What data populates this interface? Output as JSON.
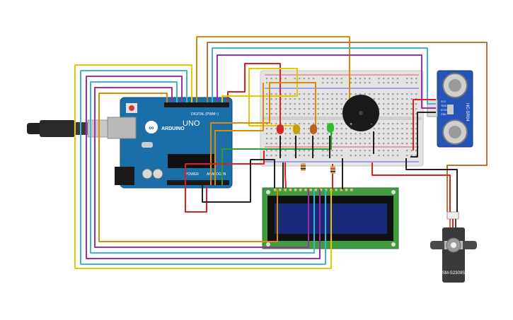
{
  "arduino": {
    "logo_text": "ARDUINO",
    "model": "UNO",
    "digital_label": "DIGITAL (PWM~)",
    "power_label": "POWER",
    "analog_label": "ANALOG IN"
  },
  "ultrasonic": {
    "model": "HC-SR04",
    "pins": [
      "VCC",
      "TRIG",
      "ECHO",
      "GND"
    ]
  },
  "buzzer": {
    "plus": "+",
    "minus": "-"
  },
  "servo": {
    "model": "SM-S2309S"
  },
  "led_colors": {
    "red": "#d62828",
    "yellow": "#c8a200",
    "orange": "#b5651d",
    "green": "#2ebd2e"
  },
  "wire_colors": {
    "red": "#e02020",
    "black": "#222222",
    "orange": "#e08a00",
    "yellow": "#e6c800",
    "cyan": "#40b4d8",
    "purple": "#9b30a8",
    "brown": "#b0783c",
    "green": "#2aa02a"
  }
}
